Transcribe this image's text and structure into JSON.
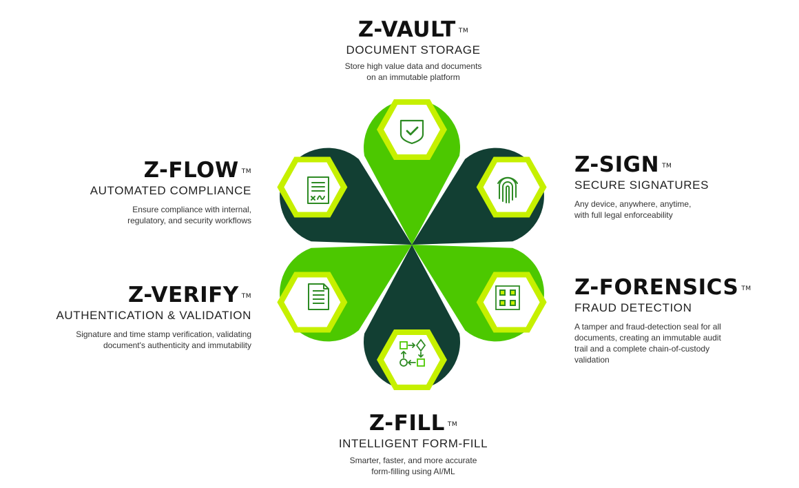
{
  "colors": {
    "dark_green": "#123f33",
    "green": "#4cc800",
    "lime": "#c6f000",
    "hex_bg": "#ffffff",
    "icon": "#2d8a23"
  },
  "modules": {
    "vault": {
      "name": "Z-VAULT",
      "tm": "TM",
      "subtitle": "DOCUMENT STORAGE",
      "desc1": "Store high value data and documents",
      "desc2": "on an immutable platform",
      "icon": "shield-check-icon"
    },
    "sign": {
      "name": "Z-SIGN",
      "tm": "TM",
      "subtitle": "SECURE SIGNATURES",
      "desc1": "Any device, anywhere, anytime,",
      "desc2": "with full legal enforceability",
      "icon": "fingerprint-icon"
    },
    "forensics": {
      "name": "Z-FORENSICS",
      "tm": "TM",
      "subtitle": "FRAUD DETECTION",
      "desc1": "A tamper and fraud-detection seal for all",
      "desc2": "documents, creating an immutable audit",
      "desc3": "trail and a complete chain-of-custody",
      "desc4": "validation",
      "icon": "qr-code-icon"
    },
    "fill": {
      "name": "Z-FILL",
      "tm": "TM",
      "subtitle": "INTELLIGENT FORM-FILL",
      "desc1": "Smarter, faster, and more accurate",
      "desc2": "form-filling using AI/ML",
      "icon": "flowchart-icon"
    },
    "verify": {
      "name": "Z-VERIFY",
      "tm": "TM",
      "subtitle": "AUTHENTICATION & VALIDATION",
      "desc1": "Signature and time stamp verification, validating",
      "desc2": "document's authenticity and immutability",
      "icon": "document-lines-icon"
    },
    "flow": {
      "name": "Z-FLOW",
      "tm": "TM",
      "subtitle": "AUTOMATED COMPLIANCE",
      "desc1": "Ensure compliance with internal,",
      "desc2": "regulatory, and security workflows",
      "icon": "signed-document-icon"
    }
  }
}
